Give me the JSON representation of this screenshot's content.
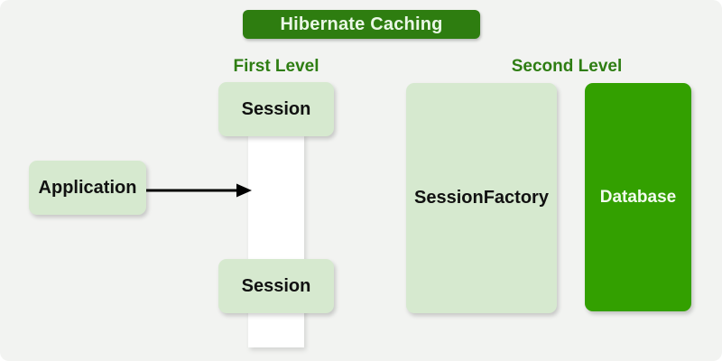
{
  "diagram": {
    "title": "Hibernate Caching",
    "first_level": {
      "heading": "First Level",
      "session_top": "Session",
      "session_bottom": "Session"
    },
    "application": {
      "label": "Application"
    },
    "second_level": {
      "heading": "Second Level",
      "session_factory": "SessionFactory",
      "database": "Database"
    }
  },
  "icons": {
    "arrow_right": "arrow-right-icon"
  },
  "colors": {
    "canvas_bg": "#f2f3f1",
    "dark_green": "#2e7d10",
    "bright_green": "#33a000",
    "light_green": "#d6e9cf",
    "heading_green": "#2e7d12",
    "text_dark": "#111111",
    "title_text": "#eaf7e6",
    "bar_white": "#ffffff",
    "arrow_black": "#000000"
  }
}
